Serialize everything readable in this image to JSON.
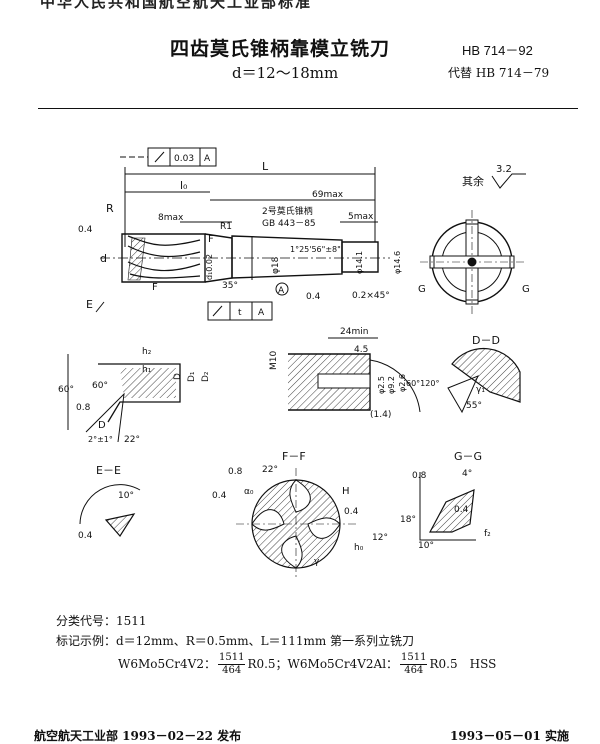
{
  "header": {
    "top_strip": "中华人民共和国航空航天工业部标准",
    "title": "四齿莫氏锥柄靠模立铣刀",
    "subtitle": "d＝12～18mm",
    "std_no": "HB 714－92",
    "replaces": "代替 HB 714－79"
  },
  "drawing": {
    "roughness_other": "其余",
    "roughness_val": "3.2",
    "tol_runout": "0.03",
    "tol_a": "A",
    "tol_t": "t",
    "dim_L": "L",
    "dim_l0": "l₀",
    "dim_69": "69max",
    "dim_8": "8max",
    "taper_label": "2号莫氏锥柄",
    "taper_std": "GB 443－85",
    "dim_5": "5max",
    "dim_R": "R",
    "dim_R1": "R1",
    "dim_F": "F",
    "dim_d": "d",
    "dim_E": "E",
    "dim_dtol": "d₁0.02",
    "dim_18": "φ18",
    "dim_146": "φ14.6",
    "dim_141": "φ14.1",
    "taper_angle": "1°25'56\"±8\"",
    "ang_35": "35°",
    "circ_A": "A",
    "val_04": "0.4",
    "val_08": "0.8",
    "chamfer": "0.2×45°",
    "dim_G": "G",
    "dim_24": "24min",
    "dim_45": "4.5",
    "dim_M10": "M10",
    "dim_92": "φ9.2",
    "dim_25": "φ2.5",
    "dim_26": "φ2.6",
    "ang_60_120": "60°120°",
    "dim_14": "(1.4)",
    "sec_DD": "D－D",
    "ang_55": "55°",
    "gamma": "γ₁",
    "dim_h2": "h₂",
    "dim_h1": "h₁",
    "dim_D2": "D₂",
    "dim_D1": "D₁",
    "dim_D": "D",
    "ang_60": "60°",
    "ang_2": "2°±1°",
    "ang_22": "22°",
    "sec_EE": "E－E",
    "ang_10": "10°",
    "sec_FF": "F－F",
    "alpha": "α₀",
    "dim_H": "H",
    "dim_h0": "h₀",
    "ang_12": "12°",
    "gamma_y": "γ",
    "sec_GG": "G－G",
    "ang_4": "4°",
    "ang_18": "18°",
    "f2": "f₂"
  },
  "info": {
    "class_line": "分类代号：1511",
    "example_line": "标记示例：d＝12mm、R＝0.5mm、L＝111mm 第一系列立铣刀",
    "mat1": "W6Mo5Cr4V2：",
    "frac_num": "1511",
    "frac_den": "464",
    "mat1_tail": "R0.5；W6Mo5Cr4V2Al：",
    "mat2_tail": "R0.5　HSS"
  },
  "footer": {
    "left": "航空航天工业部 1993－02－22 发布",
    "right": "1993－05－01 实施"
  }
}
